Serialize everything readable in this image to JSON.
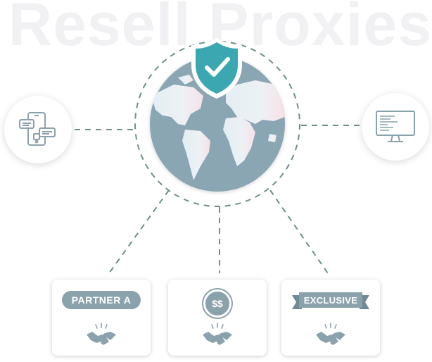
{
  "header": {
    "title": "Resell Proxies"
  },
  "cards": [
    {
      "label": "PARTNER A"
    },
    {
      "label": "$$"
    },
    {
      "label": "EXCLUSIVE"
    }
  ],
  "colors": {
    "accent": "#3aa7b1",
    "muted": "#8aa2ac",
    "line": "#6f8f8a",
    "title": "#f1f1f4"
  }
}
